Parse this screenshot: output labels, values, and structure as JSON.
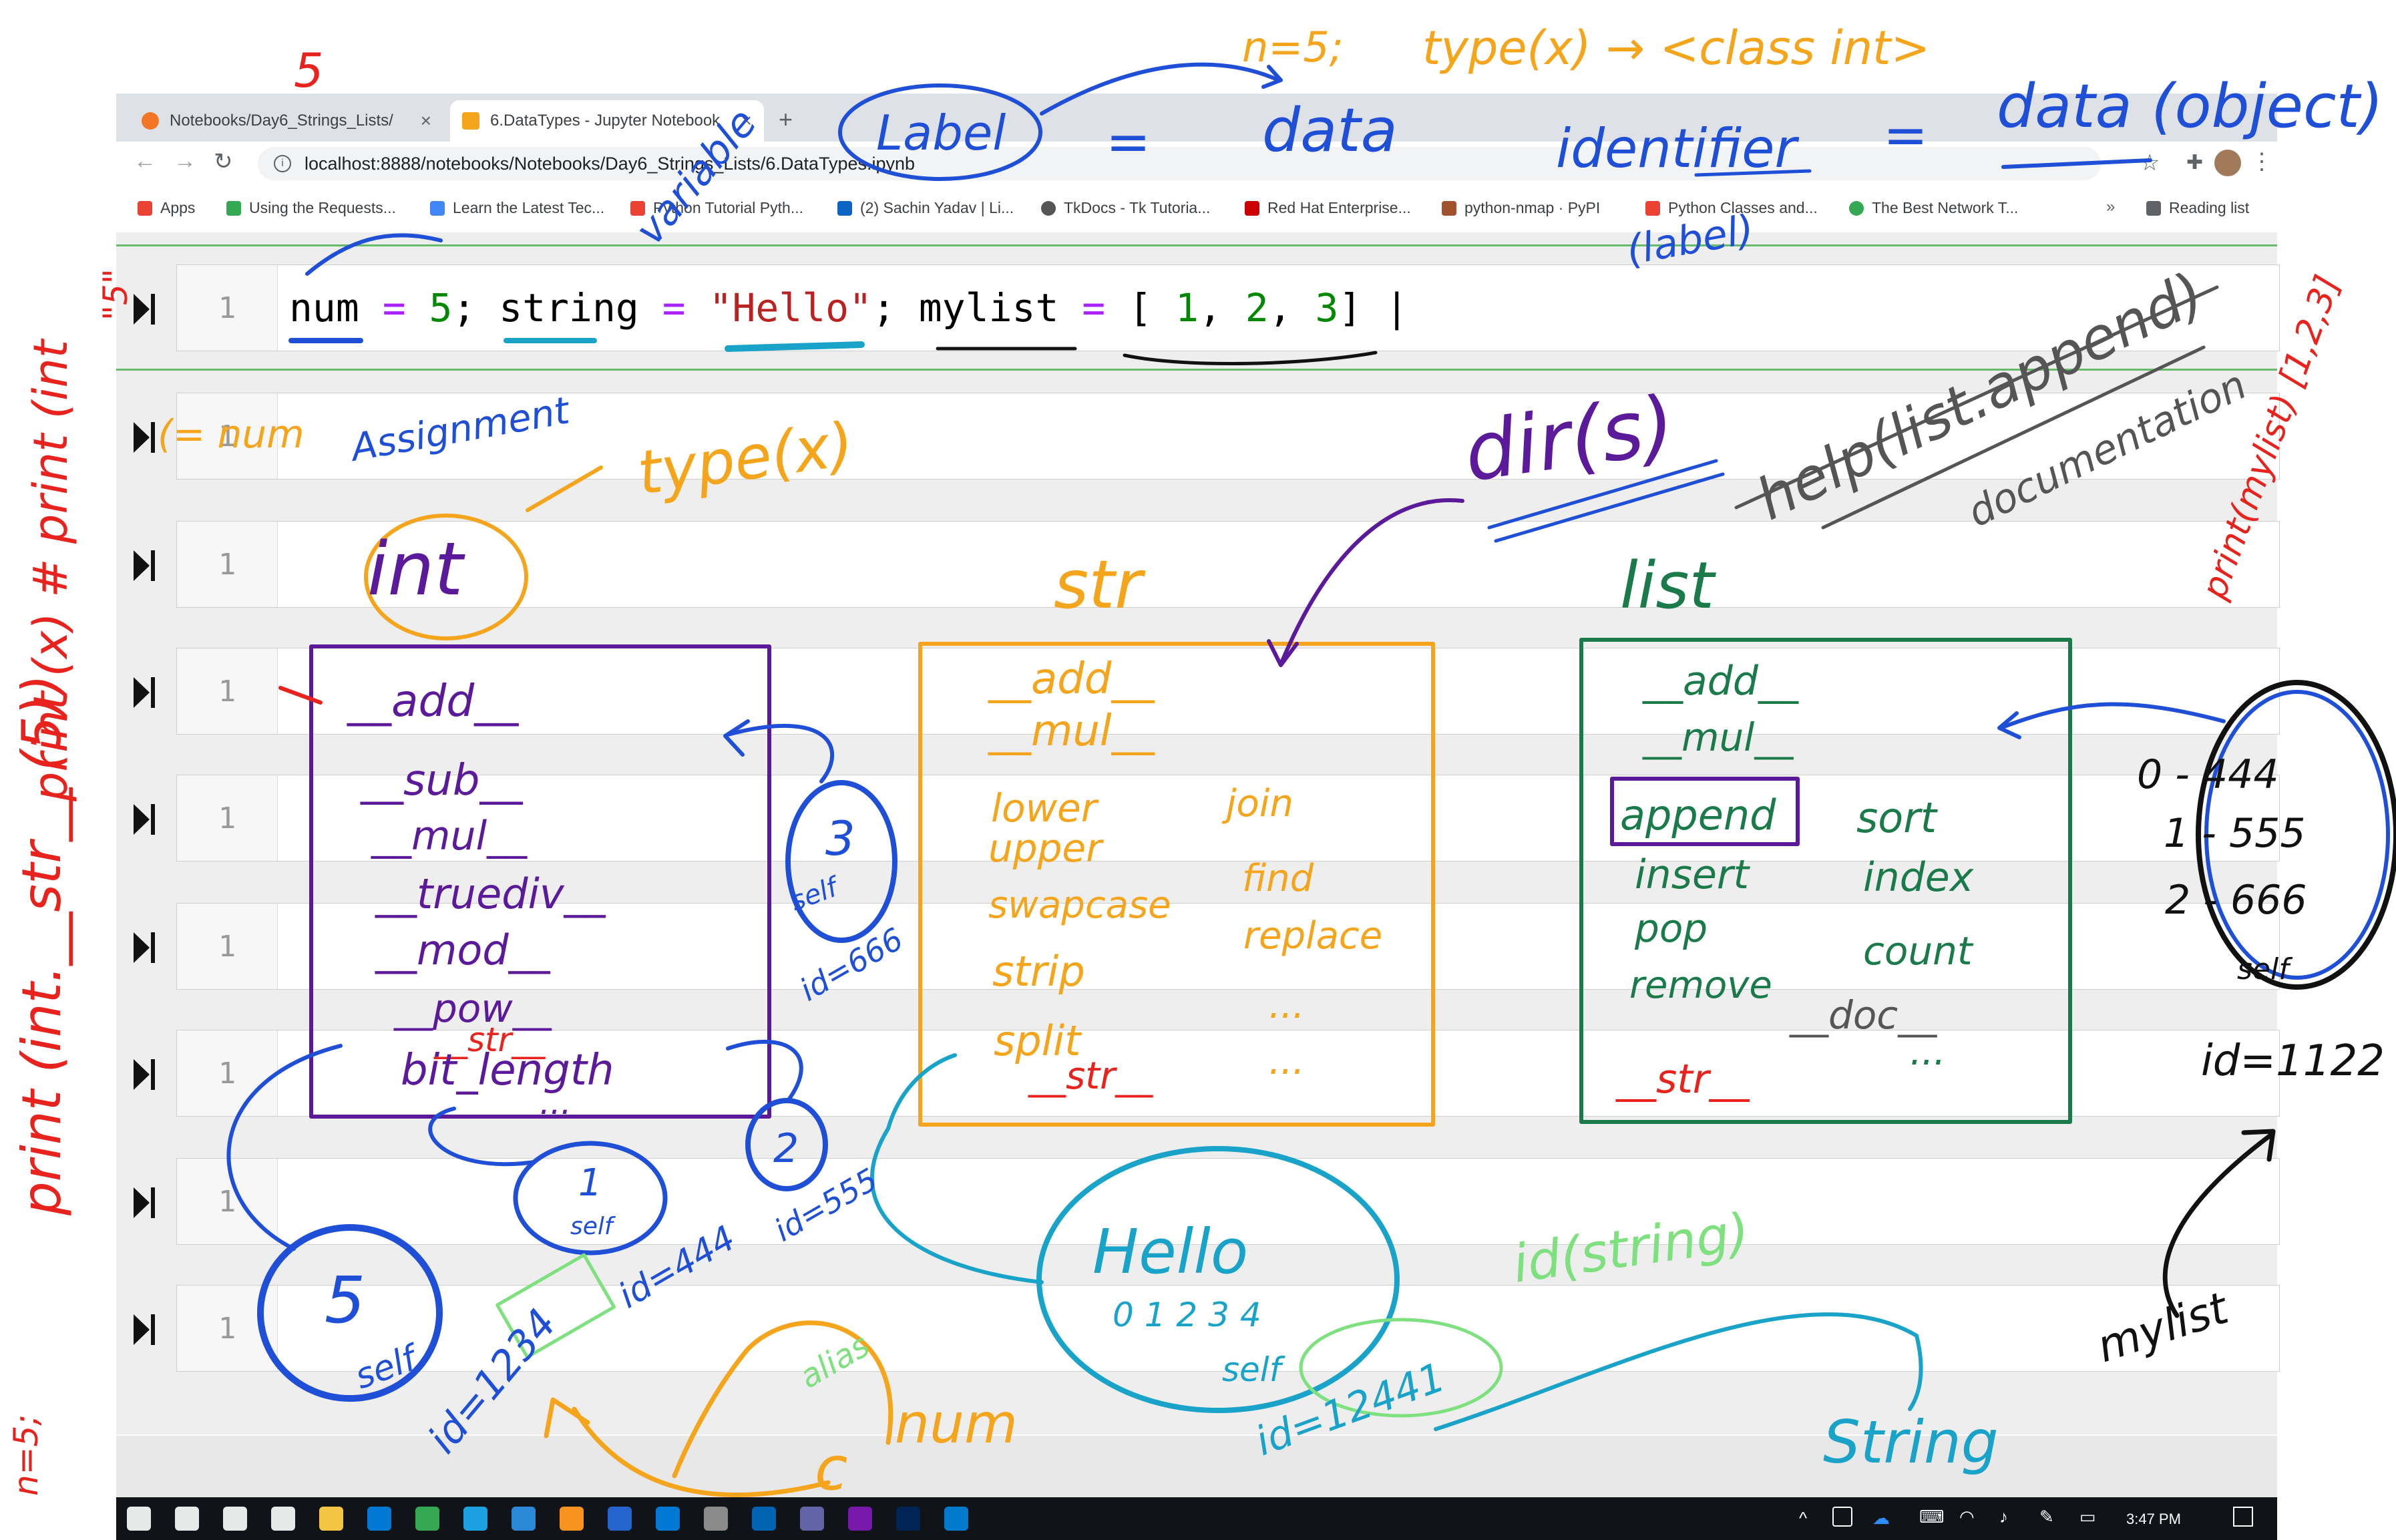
{
  "browser": {
    "tabs": [
      {
        "label": "Notebooks/Day6_Strings_Lists/",
        "active": false
      },
      {
        "label": "6.DataTypes - Jupyter Notebook",
        "active": true
      }
    ],
    "new_tab": "+",
    "url": "localhost:8888/notebooks/Notebooks/Day6_Strings_Lists/6.DataTypes.ipynb",
    "bookmarks": [
      {
        "label": "Apps",
        "color": "#ea4335"
      },
      {
        "label": "Using the Requests...",
        "color": "#34a853"
      },
      {
        "label": "Learn the Latest Tec...",
        "color": "#4285f4"
      },
      {
        "label": "Python Tutorial Pyth...",
        "color": "#ea4335"
      },
      {
        "label": "(2) Sachin Yadav | Li...",
        "color": "#0a66c2"
      },
      {
        "label": "TkDocs - Tk Tutoria...",
        "color": "#555555"
      },
      {
        "label": "Red Hat Enterprise...",
        "color": "#cc0000"
      },
      {
        "label": "python-nmap · PyPI",
        "color": "#a0522d"
      },
      {
        "label": "Python Classes and...",
        "color": "#ea4335"
      },
      {
        "label": "The Best Network T...",
        "color": "#34a853"
      },
      {
        "label": "Reading list",
        "color": "#5f6368"
      }
    ]
  },
  "notebook": {
    "cells": [
      {
        "line": "1",
        "tokens": [
          {
            "t": "num ",
            "c": ""
          },
          {
            "t": "=",
            "c": "op"
          },
          {
            "t": " ",
            "c": ""
          },
          {
            "t": "5",
            "c": "num"
          },
          {
            "t": "; string ",
            "c": ""
          },
          {
            "t": "=",
            "c": "op"
          },
          {
            "t": " ",
            "c": ""
          },
          {
            "t": "\"Hello\"",
            "c": "str"
          },
          {
            "t": "; mylist ",
            "c": ""
          },
          {
            "t": "=",
            "c": "op"
          },
          {
            "t": " [ ",
            "c": ""
          },
          {
            "t": "1",
            "c": "num"
          },
          {
            "t": ", ",
            "c": ""
          },
          {
            "t": "2",
            "c": "num"
          },
          {
            "t": ", ",
            "c": ""
          },
          {
            "t": "3",
            "c": "num"
          },
          {
            "t": "] |",
            "c": ""
          }
        ]
      },
      {
        "line": "1",
        "tokens": []
      },
      {
        "line": "1",
        "tokens": []
      },
      {
        "line": "1",
        "tokens": []
      },
      {
        "line": "1",
        "tokens": []
      },
      {
        "line": "1",
        "tokens": []
      },
      {
        "line": "1",
        "tokens": []
      },
      {
        "line": "1",
        "tokens": []
      },
      {
        "line": "1",
        "tokens": []
      }
    ]
  },
  "taskbar": {
    "time": "3:47 PM",
    "icons": [
      "windows-icon",
      "search-icon",
      "cortana-icon",
      "taskview-icon",
      "explorer-icon",
      "outlook-icon",
      "chrome-icon",
      "edge-icon",
      "app-icon",
      "xampp-icon",
      "todo-icon",
      "mail-icon",
      "vpn-icon",
      "photos-icon",
      "teams-icon",
      "onenote-icon",
      "powershell-icon",
      "vscode-icon"
    ]
  },
  "annotations": {
    "colors": {
      "red": "#e8221c",
      "blue": "#1e4fd6",
      "orange": "#f4a51c",
      "purple": "#5b1a99",
      "green": "#1a7a4a",
      "lightgreen": "#7ee07e",
      "teal": "#1aa3c9",
      "black": "#111111",
      "gray": "#555555"
    },
    "header": [
      "n=5;",
      "type(x) → <class int>",
      "Label",
      "=",
      "data",
      "identifier",
      "=",
      "data (object)",
      "variable",
      "(label)"
    ],
    "left_margin": [
      "print (int.__str__ (5))",
      "\"5\"",
      "print (x) # print (int",
      "n=5;",
      "5"
    ],
    "row2": [
      "(= num",
      "Assignment",
      "type(x)",
      "dir(s)",
      "help(list.append)",
      "documentation"
    ],
    "int_box": {
      "title": "int",
      "items": [
        "__add__",
        "__sub__",
        "__mul__",
        "__truediv__",
        "__mod__",
        "__pow__",
        "__str__",
        "bit_length",
        "..."
      ]
    },
    "str_box": {
      "title": "str",
      "items": [
        "__add__",
        "__mul__",
        "lower",
        "join",
        "upper",
        "find",
        "swapcase",
        "replace",
        "strip",
        "...",
        "split",
        "__str__",
        "..."
      ]
    },
    "list_box": {
      "title": "list",
      "items": [
        "__add__",
        "__mul__",
        "append",
        "sort",
        "insert",
        "index",
        "pop",
        "count",
        "remove",
        "__doc__",
        "__str__",
        "..."
      ]
    },
    "objects": {
      "self3": [
        "3",
        "self"
      ],
      "id666": "id=666",
      "self2": "2",
      "id555": "id=555",
      "self1": [
        "1",
        "self"
      ],
      "id444": "id=444",
      "self5": [
        "5",
        "self"
      ],
      "id1234": "id=1234",
      "hello": [
        "Hello",
        "0 1 2 3 4",
        "self"
      ],
      "id12441": "id=12441",
      "idstring": "id(string)",
      "list_obj": [
        "0 - 444",
        "1 - 555",
        "2 - 666",
        "self"
      ],
      "id1122": "id=1122",
      "mylist": "mylist",
      "print_mylist": "print(mylist) [1,2,3]",
      "alias": "alias",
      "c": "c",
      "num": "num",
      "string": "String"
    }
  }
}
